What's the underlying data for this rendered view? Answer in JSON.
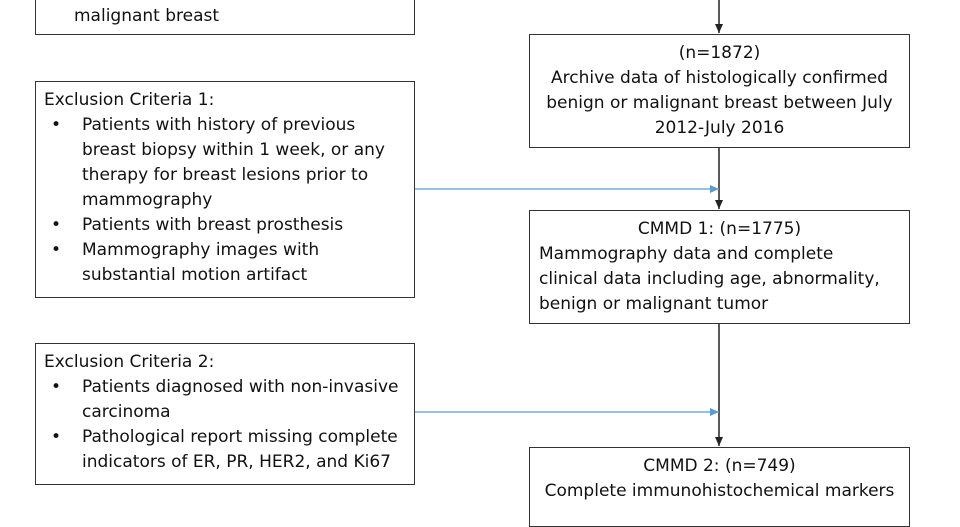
{
  "top_left_box": {
    "lines": [
      "malignant breast"
    ]
  },
  "exclusion1": {
    "title": "Exclusion Criteria 1:",
    "bullet_glyph": "•",
    "bullets": [
      [
        "Patients with history of previous",
        "breast biopsy within 1 week, or any",
        "therapy for breast lesions prior to",
        "mammography"
      ],
      [
        "Patients with breast prosthesis"
      ],
      [
        "Mammography images with",
        "substantial motion artifact"
      ]
    ]
  },
  "exclusion2": {
    "title": "Exclusion Criteria 2:",
    "bullet_glyph": "•",
    "bullets": [
      [
        "Patients diagnosed with non-invasive",
        "carcinoma"
      ],
      [
        "Pathological report missing complete",
        "indicators of ER, PR, HER2, and Ki67"
      ]
    ]
  },
  "archive": {
    "count": "(n=1872)",
    "lines": [
      "Archive data of histologically confirmed",
      "benign or malignant breast between July",
      "2012-July 2016"
    ]
  },
  "cmmd1": {
    "header": "CMMD 1:   (n=1775)",
    "lines": [
      "Mammography data and complete",
      "clinical data including age, abnormality,",
      "benign or malignant tumor"
    ]
  },
  "cmmd2": {
    "header": "CMMD 2:   (n=749)",
    "lines": [
      "Complete immunohistochemical markers"
    ]
  },
  "colors": {
    "box_border": "#333333",
    "arrow_main": "#222222",
    "arrow_exclusion": "#5b9bd5"
  }
}
